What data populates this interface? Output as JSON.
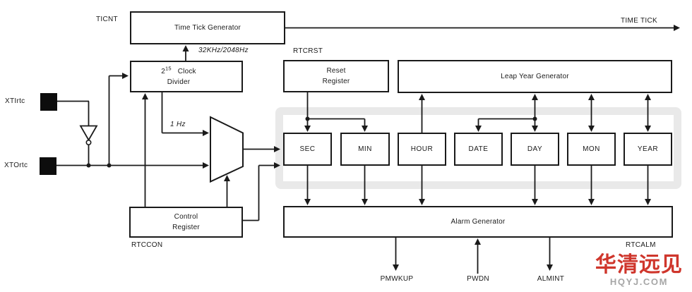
{
  "diagram": {
    "boxes": {
      "time_tick_generator": "Time Tick Generator",
      "clock_divider": {
        "base": "2",
        "exponent": "15",
        "title": "Clock",
        "subtitle": "Divider"
      },
      "reset_register": {
        "line1": "Reset",
        "line2": "Register"
      },
      "leap_year_generator": "Leap Year Generator",
      "control_register": {
        "line1": "Control",
        "line2": "Register"
      },
      "alarm_generator": "Alarm Generator"
    },
    "time_registers": [
      "SEC",
      "MIN",
      "HOUR",
      "DATE",
      "DAY",
      "MON",
      "YEAR"
    ],
    "pins": {
      "xti": "XTIrtc",
      "xto": "XTOrtc"
    },
    "signal_labels": {
      "ticnt": "TICNT",
      "rtcrst": "RTCRST",
      "rtccon": "RTCCON",
      "rtcalm": "RTCALM",
      "time_tick": "TIME TICK",
      "pmwkup": "PMWKUP",
      "pwdn": "PWDN",
      "almint": "ALMINT",
      "tick_freq": "32KHz/2048Hz",
      "one_hz": "1 Hz"
    }
  },
  "watermark": {
    "logo_text": "华清远见",
    "site_text": "HQYJ.COM",
    "logo_color": "#cf362c",
    "site_color": "#a6a6a6"
  },
  "colors": {
    "line": "#1a1a1a",
    "region_border": "#e9e9e9",
    "background": "#ffffff"
  }
}
